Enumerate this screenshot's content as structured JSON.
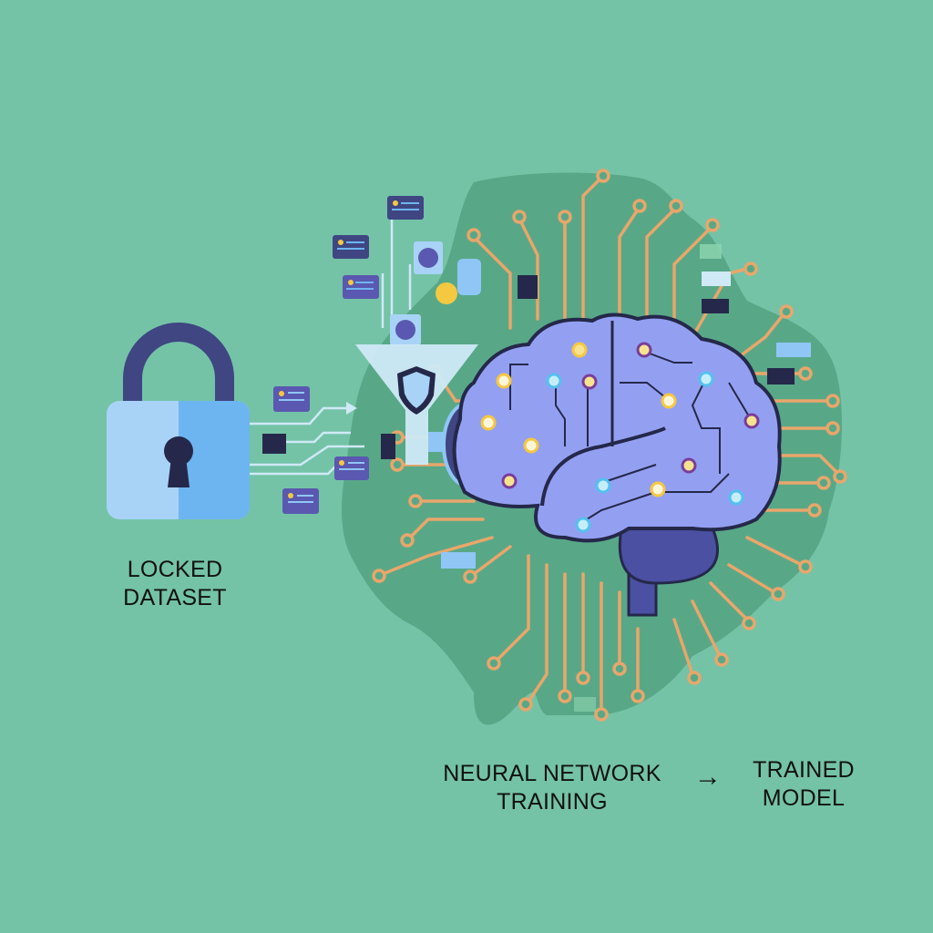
{
  "diagram": {
    "description": "Locked dataset passes through a privacy filter into a neural network brain over a circuit board",
    "labels": {
      "locked_dataset": "LOCKED\nDATASET",
      "training": "NEURAL NETWORK\nTRAINING",
      "arrow": "→",
      "trained_model": "TRAINED\nMODEL"
    },
    "flow": [
      "Locked Dataset",
      "Privacy Filter (shield)",
      "Neural Network Training",
      "Trained Model"
    ],
    "icons": [
      "padlock-icon",
      "funnel-filter-icon",
      "shield-icon",
      "brain-icon",
      "circuit-board",
      "data-card-icon",
      "chip-icon",
      "resistor-icon"
    ],
    "colors": {
      "background": "#74c3a7",
      "circuit_board": "#58a887",
      "circuit_traces": "#e9a66b",
      "brain_fill": "#93a0f2",
      "brain_outline": "#25284a",
      "brain_stem": "#4b50a3",
      "lock_body_light": "#a8d3f7",
      "lock_body_dark": "#6db5f0",
      "lock_shackle": "#3f4682",
      "node_yellow": "#f5c842",
      "node_cyan": "#55c0ef",
      "node_purple": "#7a3d9a",
      "data_card": "#5a58b0"
    }
  }
}
